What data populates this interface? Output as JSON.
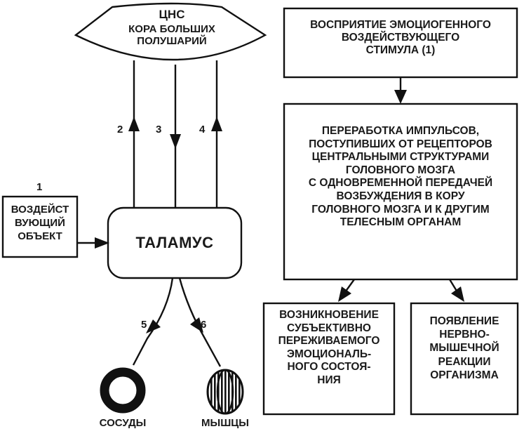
{
  "cns": {
    "title": "ЦНС",
    "line1": "КОРА БОЛЬШИХ",
    "line2": "ПОЛУШАРИЙ"
  },
  "thalamus": {
    "label": "ТАЛАМУС"
  },
  "object": {
    "number": "1",
    "lines": [
      "ВОЗДЕЙСТ",
      "ВУЮЩИЙ",
      "ОБЪЕКТ"
    ]
  },
  "pathways": {
    "p2": "2",
    "p3": "3",
    "p4": "4",
    "p5": "5",
    "p6": "6"
  },
  "targets": {
    "vessels": "СОСУДЫ",
    "muscles": "МЫШЦЫ"
  },
  "flow": {
    "perception": [
      "ВОСПРИЯТИЕ ЭМОЦИОГЕННОГО",
      "ВОЗДЕЙСТВУЮЩЕГО",
      "СТИМУЛА (1)"
    ],
    "processing": [
      "ПЕРЕРАБОТКА ИМПУЛЬСОВ,",
      "ПОСТУПИВШИХ ОТ РЕЦЕПТОРОВ",
      "ЦЕНТРАЛЬНЫМИ СТРУКТУРАМИ",
      "ГОЛОВНОГО МОЗГА",
      "С ОДНОВРЕМЕННОЙ ПЕРЕДАЧЕЙ",
      "ВОЗБУЖДЕНИЯ В КОРУ",
      "ГОЛОВНОГО МОЗГА И К ДРУГИМ",
      "ТЕЛЕСНЫМ ОРГАНАМ"
    ],
    "subjective": [
      "ВОЗНИКНОВЕНИЕ",
      "СУБЪЕКТИВНО",
      "ПЕРЕЖИВАЕМОГО",
      "ЭМОЦИОНАЛЬ-",
      "НОГО СОСТОЯ-",
      "НИЯ"
    ],
    "reaction": [
      "ПОЯВЛЕНИЕ",
      "НЕРВНО-",
      "МЫШЕЧНОЙ",
      "РЕАКЦИИ",
      "ОРГАНИЗМА"
    ]
  }
}
